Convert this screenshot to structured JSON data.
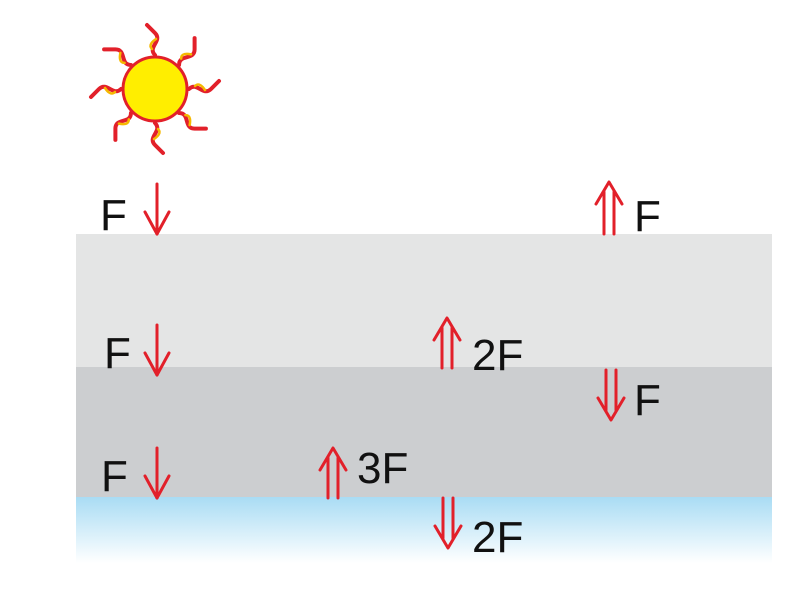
{
  "colors": {
    "upper_layer": "#e4e5e5",
    "lower_layer": "#ccced0",
    "surface_top": "#a9dcf4",
    "surface_bottom": "#ffffff",
    "arrow": "#e2202a",
    "sun_fill": "#ffee00",
    "sun_rays": "#e2202a",
    "ray_tips": "#f5b800"
  },
  "icons": {
    "sun": "sun-icon",
    "incoming": "single-down-arrow-icon",
    "emitted_up": "double-up-arrow-icon",
    "emitted_down": "double-down-arrow-icon"
  },
  "labels": {
    "solar_top": "F",
    "solar_mid": "F",
    "solar_bottom": "F",
    "space_emission": "F",
    "upper_layer_up": "2F",
    "upper_layer_down": "F",
    "lower_layer_up": "3F",
    "lower_layer_down": "2F"
  }
}
